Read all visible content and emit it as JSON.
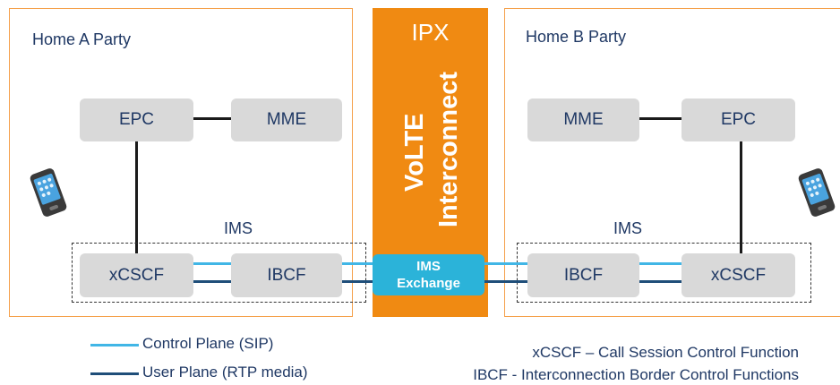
{
  "home_a": {
    "title": "Home A Party",
    "nodes": {
      "epc": "EPC",
      "mme": "MME",
      "xcscf": "xCSCF",
      "ibcf": "IBCF"
    },
    "ims_label": "IMS"
  },
  "home_b": {
    "title": "Home B Party",
    "nodes": {
      "mme": "MME",
      "epc": "EPC",
      "ibcf": "IBCF",
      "xcscf": "xCSCF"
    },
    "ims_label": "IMS"
  },
  "ipx": {
    "title": "IPX",
    "line1": "VoLTE",
    "line2": "Interconnect",
    "exchange_line1": "IMS",
    "exchange_line2": "Exchange"
  },
  "legend": {
    "control_plane": "Control Plane (SIP)",
    "user_plane": "User Plane (RTP media)"
  },
  "definitions": {
    "xcscf": "xCSCF – Call Session Control Function",
    "ibcf": "IBCF - Interconnection Border Control Functions"
  },
  "colors": {
    "orange": "#f08a12",
    "control_plane": "#41b6e6",
    "user_plane": "#1f4e79",
    "node_fill": "#d9d9d9",
    "text": "#1f3864"
  }
}
